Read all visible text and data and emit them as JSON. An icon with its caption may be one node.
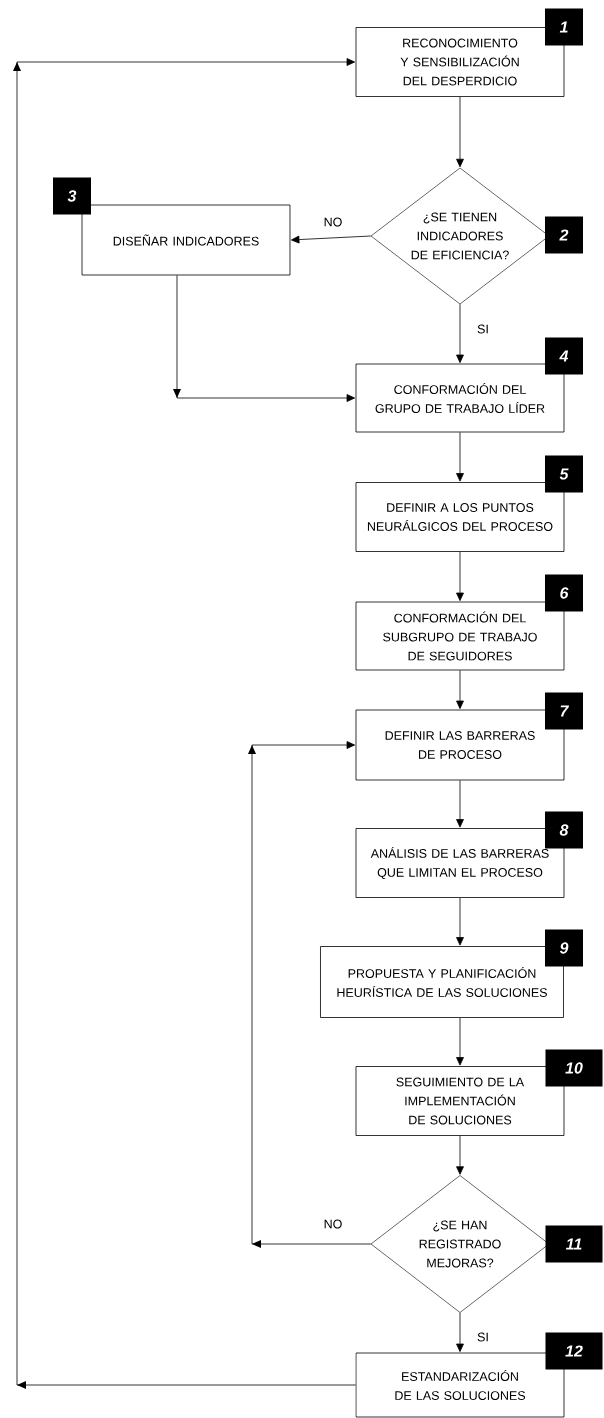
{
  "diagram": {
    "nodes": [
      {
        "text": [
          "RECONOCIMIENTO Y SENSIBILIZACIÓN DEL DESPERDICIO"
        ],
        "beside": [
          "1"
        ]
      },
      {
        "text": [
          "¿SE TIENEN INDICADORES DE EFICIENCIA?"
        ],
        "beside": [
          "2"
        ]
      },
      {
        "text": [
          "DISEÑAR INDICADORES"
        ],
        "beside": [
          "3"
        ]
      },
      {
        "text": [
          "CONFORMACIÓN DEL GRUPO DE TRABAJO LÍDER"
        ],
        "beside": [
          "4"
        ]
      },
      {
        "text": [
          "DEFINIR A LOS PUNTOS NEURÁLGICOS DEL PROCESO"
        ],
        "beside": [
          "5"
        ]
      },
      {
        "text": [
          "CONFORMACIÓN DEL SUBGRUPO DE TRABAJO DE SEGUIDORES"
        ],
        "beside": [
          "6"
        ]
      },
      {
        "text": [
          "DEFINIR LAS BARRERAS DE PROCESO"
        ],
        "beside": [
          "7"
        ]
      },
      {
        "text": [
          "ANÁLISIS DE LAS BARRERAS QUE LIMITAN EL PROCESO"
        ],
        "beside": [
          "8"
        ]
      },
      {
        "text": [
          "PROPUESTA Y PLANIFICACIÓN HEURÍSTICA DE LAS SOLUCIONES"
        ],
        "beside": [
          "9"
        ]
      },
      {
        "text": [
          "SEGUIMIENTO DE LA IMPLEMENTACIÓN DE SOLUCIONES"
        ],
        "beside": [
          "10"
        ]
      },
      {
        "text": [
          "¿SE HAN REGISTRADO MEJORAS?"
        ],
        "beside": [
          "11"
        ]
      },
      {
        "text": [
          "ESTANDARIZACIÓN DE LAS SOLUCIONES"
        ],
        "beside": [
          "12"
        ]
      }
    ],
    "edges": [
      {
        "from": 0,
        "to": 1,
        "arrow": "to"
      },
      {
        "from": 1,
        "to": 2,
        "arrow": "to",
        "label": "NO"
      },
      {
        "from": 2,
        "to": 3,
        "arrow": "to"
      },
      {
        "from": 1,
        "to": 3,
        "arrow": "to",
        "label": "SI"
      },
      {
        "from": 3,
        "to": 4,
        "arrow": "to"
      },
      {
        "from": 4,
        "to": 5,
        "arrow": "to"
      },
      {
        "from": 5,
        "to": 6,
        "arrow": "to"
      },
      {
        "from": 6,
        "to": 7,
        "arrow": "to"
      },
      {
        "from": 7,
        "to": 8,
        "arrow": "to"
      },
      {
        "from": 8,
        "to": 9,
        "arrow": "to"
      },
      {
        "from": 9,
        "to": 10,
        "arrow": "to"
      },
      {
        "from": 10,
        "to": 6,
        "arrow": "to",
        "label": "NO"
      },
      {
        "from": 10,
        "to": 11,
        "arrow": "to",
        "label": "SI"
      },
      {
        "from": 11,
        "to": 0,
        "arrow": "to"
      }
    ]
  }
}
